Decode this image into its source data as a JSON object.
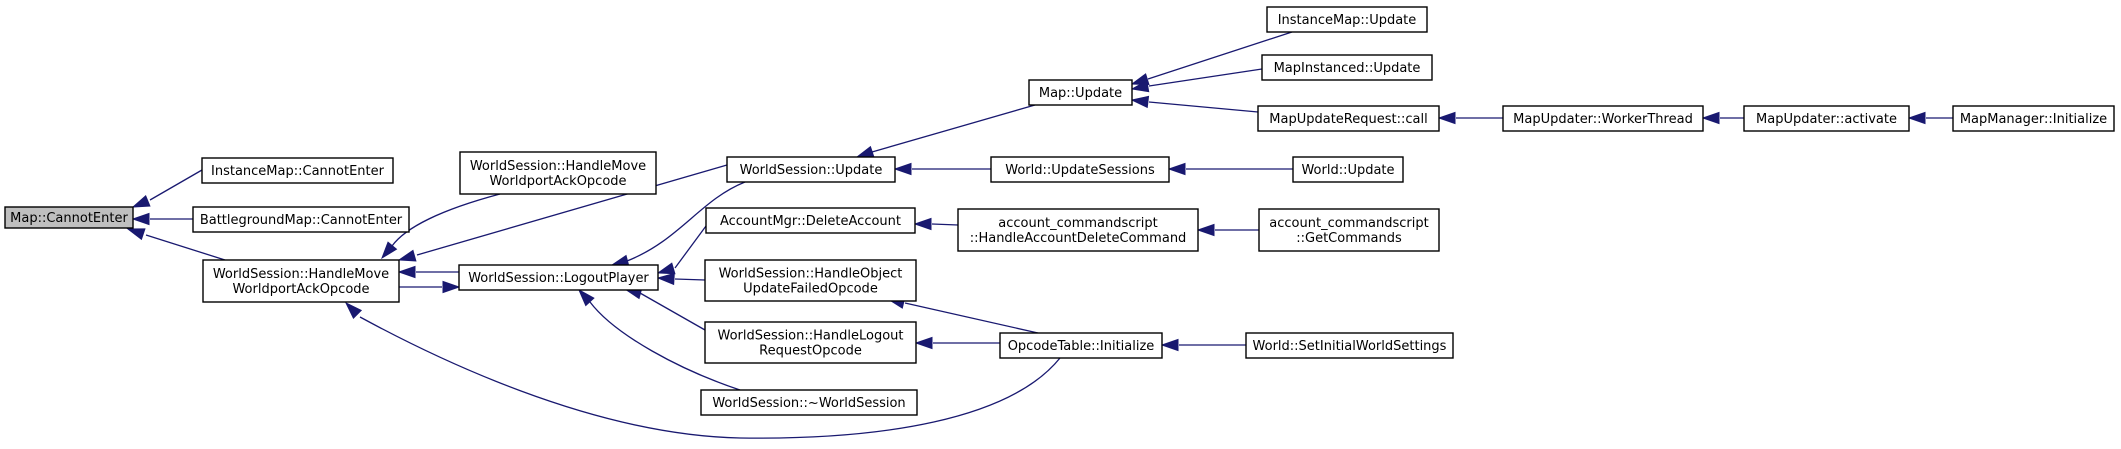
{
  "diagram": {
    "kind": "doxygen-caller-graph",
    "colors": {
      "edge": "#191970",
      "root_fill": "#bfbfbf",
      "node_fill": "#ffffff",
      "border": "#000000"
    },
    "nodes": [
      {
        "id": "map_cannotenter",
        "lines": [
          "Map::CannotEnter"
        ],
        "root": true
      },
      {
        "id": "instancemap_cannotenter",
        "lines": [
          "InstanceMap::CannotEnter"
        ]
      },
      {
        "id": "battleground_cannotenter",
        "lines": [
          "BattlegroundMap::CannotEnter"
        ]
      },
      {
        "id": "ws_handlemove_a",
        "lines": [
          "WorldSession::HandleMove",
          "WorldportAckOpcode"
        ]
      },
      {
        "id": "ws_handlemove_b",
        "lines": [
          "WorldSession::HandleMove",
          "WorldportAckOpcode"
        ]
      },
      {
        "id": "ws_logoutplayer",
        "lines": [
          "WorldSession::LogoutPlayer"
        ]
      },
      {
        "id": "ws_update",
        "lines": [
          "WorldSession::Update"
        ]
      },
      {
        "id": "accountmgr_delete",
        "lines": [
          "AccountMgr::DeleteAccount"
        ]
      },
      {
        "id": "ws_handleobject",
        "lines": [
          "WorldSession::HandleObject",
          "UpdateFailedOpcode"
        ]
      },
      {
        "id": "ws_handlelogout",
        "lines": [
          "WorldSession::HandleLogout",
          "RequestOpcode"
        ]
      },
      {
        "id": "ws_destructor",
        "lines": [
          "WorldSession::~WorldSession"
        ]
      },
      {
        "id": "map_update",
        "lines": [
          "Map::Update"
        ]
      },
      {
        "id": "world_updatesessions",
        "lines": [
          "World::UpdateSessions"
        ]
      },
      {
        "id": "acct_handledelete",
        "lines": [
          "account_commandscript",
          "::HandleAccountDeleteCommand"
        ]
      },
      {
        "id": "opcodetable_init",
        "lines": [
          "OpcodeTable::Initialize"
        ]
      },
      {
        "id": "instancemap_update",
        "lines": [
          "InstanceMap::Update"
        ]
      },
      {
        "id": "mapinstanced_update",
        "lines": [
          "MapInstanced::Update"
        ]
      },
      {
        "id": "mapupdaterequest_call",
        "lines": [
          "MapUpdateRequest::call"
        ]
      },
      {
        "id": "world_update",
        "lines": [
          "World::Update"
        ]
      },
      {
        "id": "acct_getcommands",
        "lines": [
          "account_commandscript",
          "::GetCommands"
        ]
      },
      {
        "id": "world_setinitial",
        "lines": [
          "World::SetInitialWorldSettings"
        ]
      },
      {
        "id": "mapupdater_worker",
        "lines": [
          "MapUpdater::WorkerThread"
        ]
      },
      {
        "id": "mapupdater_activate",
        "lines": [
          "MapUpdater::activate"
        ]
      },
      {
        "id": "mapmanager_init",
        "lines": [
          "MapManager::Initialize"
        ]
      }
    ],
    "edges": [
      {
        "from": "instancemap_cannotenter",
        "to": "map_cannotenter"
      },
      {
        "from": "battleground_cannotenter",
        "to": "map_cannotenter"
      },
      {
        "from": "ws_handlemove_b",
        "to": "map_cannotenter"
      },
      {
        "from": "ws_logoutplayer",
        "to": "ws_handlemove_b"
      },
      {
        "from": "ws_handlemove_b",
        "to": "ws_logoutplayer"
      },
      {
        "from": "ws_handlemove_a",
        "to": "ws_handlemove_b"
      },
      {
        "from": "ws_update",
        "to": "ws_handlemove_b"
      },
      {
        "from": "opcodetable_init",
        "to": "ws_handlemove_b"
      },
      {
        "from": "ws_update",
        "to": "ws_logoutplayer"
      },
      {
        "from": "accountmgr_delete",
        "to": "ws_logoutplayer"
      },
      {
        "from": "ws_handleobject",
        "to": "ws_logoutplayer"
      },
      {
        "from": "ws_handlelogout",
        "to": "ws_logoutplayer"
      },
      {
        "from": "ws_destructor",
        "to": "ws_logoutplayer"
      },
      {
        "from": "map_update",
        "to": "ws_update"
      },
      {
        "from": "world_updatesessions",
        "to": "ws_update"
      },
      {
        "from": "acct_handledelete",
        "to": "accountmgr_delete"
      },
      {
        "from": "opcodetable_init",
        "to": "ws_handleobject"
      },
      {
        "from": "opcodetable_init",
        "to": "ws_handlelogout"
      },
      {
        "from": "instancemap_update",
        "to": "map_update"
      },
      {
        "from": "mapinstanced_update",
        "to": "map_update"
      },
      {
        "from": "mapupdaterequest_call",
        "to": "map_update"
      },
      {
        "from": "world_update",
        "to": "world_updatesessions"
      },
      {
        "from": "acct_getcommands",
        "to": "acct_handledelete"
      },
      {
        "from": "world_setinitial",
        "to": "opcodetable_init"
      },
      {
        "from": "mapupdater_worker",
        "to": "mapupdaterequest_call"
      },
      {
        "from": "mapupdater_activate",
        "to": "mapupdater_worker"
      },
      {
        "from": "mapmanager_init",
        "to": "mapupdater_activate"
      }
    ]
  }
}
